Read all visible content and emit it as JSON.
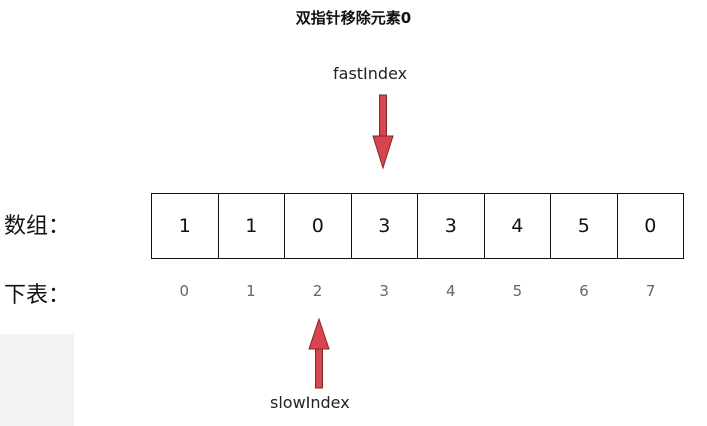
{
  "title": "双指针移除元素0",
  "fast_pointer": {
    "label": "fastIndex",
    "index": 3
  },
  "slow_pointer": {
    "label": "slowIndex",
    "index": 2
  },
  "row_labels": {
    "array": "数组：",
    "indices": "下表："
  },
  "array_values": [
    "1",
    "1",
    "0",
    "3",
    "3",
    "4",
    "5",
    "0"
  ],
  "indices": [
    "0",
    "1",
    "2",
    "3",
    "4",
    "5",
    "6",
    "7"
  ],
  "colors": {
    "arrow": "#d8454f",
    "arrow_outline": "#7a2a2a"
  }
}
